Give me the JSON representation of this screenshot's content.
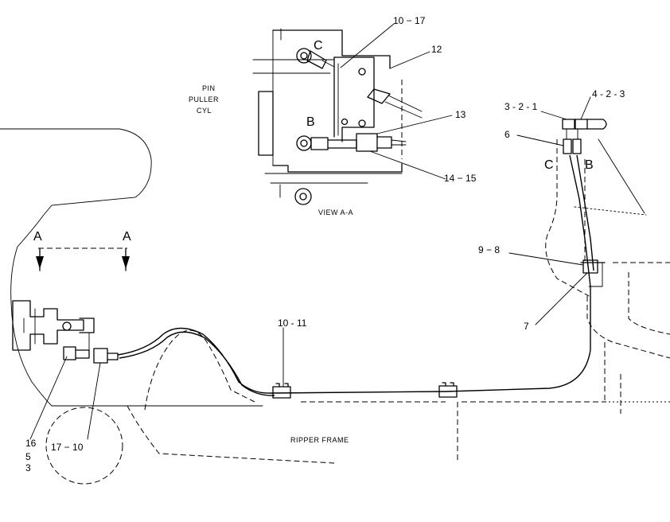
{
  "pin_puller_cyl": {
    "line1": "PIN",
    "line2": "PULLER",
    "line3": "CYL"
  },
  "view_label": "VIEW  A-A",
  "frame_label": "RIPPER  FRAME",
  "ports": {
    "c_view": "C",
    "b_view": "B",
    "c_right": "C",
    "b_right": "B"
  },
  "section_marks": {
    "left": "A",
    "right": "A"
  },
  "callouts": {
    "c10_17": "10 − 17",
    "c12": "12",
    "c13": "13",
    "c14_15": "14 − 15",
    "c3_2_1": "3 - 2 - 1",
    "c4_2_3": "4 - 2 - 3",
    "c6": "6",
    "c9_8": "9 − 8",
    "c7": "7",
    "c10_11": "10  - 11",
    "c17_10": "17 − 10",
    "c16": "16",
    "c5": "5",
    "c3": "3"
  }
}
